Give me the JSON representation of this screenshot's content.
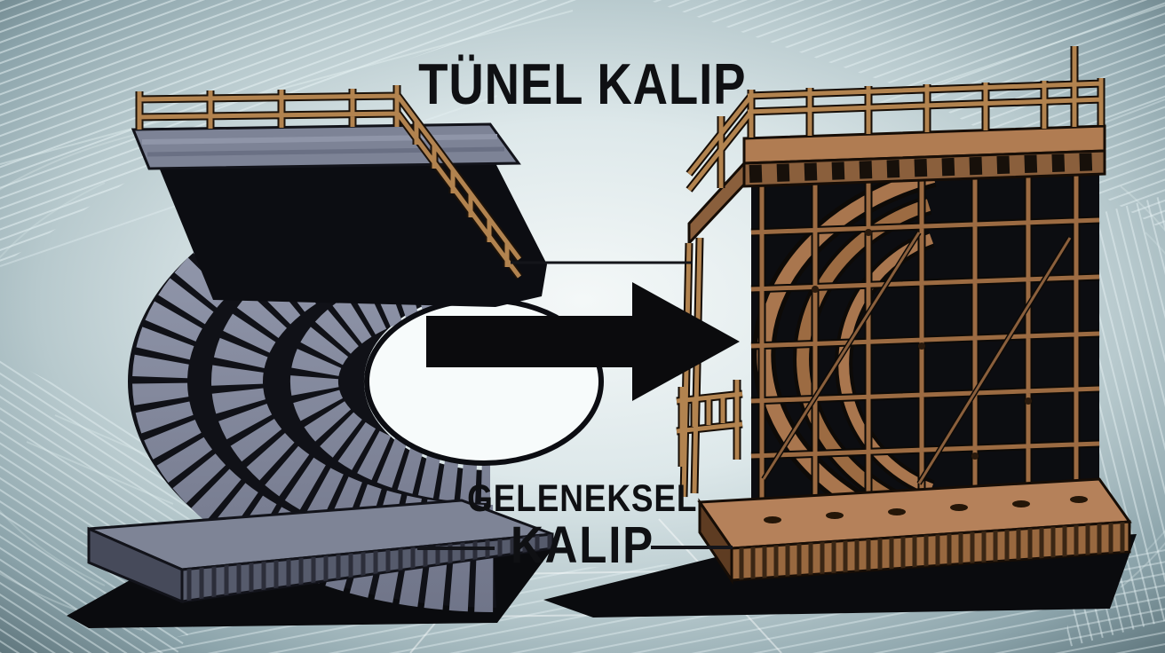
{
  "page": {
    "type": "comparison-illustration",
    "topic": "formwork systems"
  },
  "labels": {
    "top_title": "TÜNEL KALIP",
    "bottom_title_line1": "GELENEKSEL",
    "bottom_title_line2": "KALIP"
  },
  "illustration": {
    "left_structure": "steel-tunnel-formwork",
    "right_structure": "traditional-timber-formwork-scaffold",
    "arrow_direction": "right"
  },
  "colors": {
    "background_center": "#f4f8f8",
    "background_edge": "#4e646b",
    "blueprint_line": "#e9f4f6",
    "steel_panel": "#8e94a8",
    "steel_dark": "#23242e",
    "timber": "#a9764e",
    "timber_dark": "#3b2817",
    "ink": "#0b0b0d",
    "text": "#0f1013"
  }
}
